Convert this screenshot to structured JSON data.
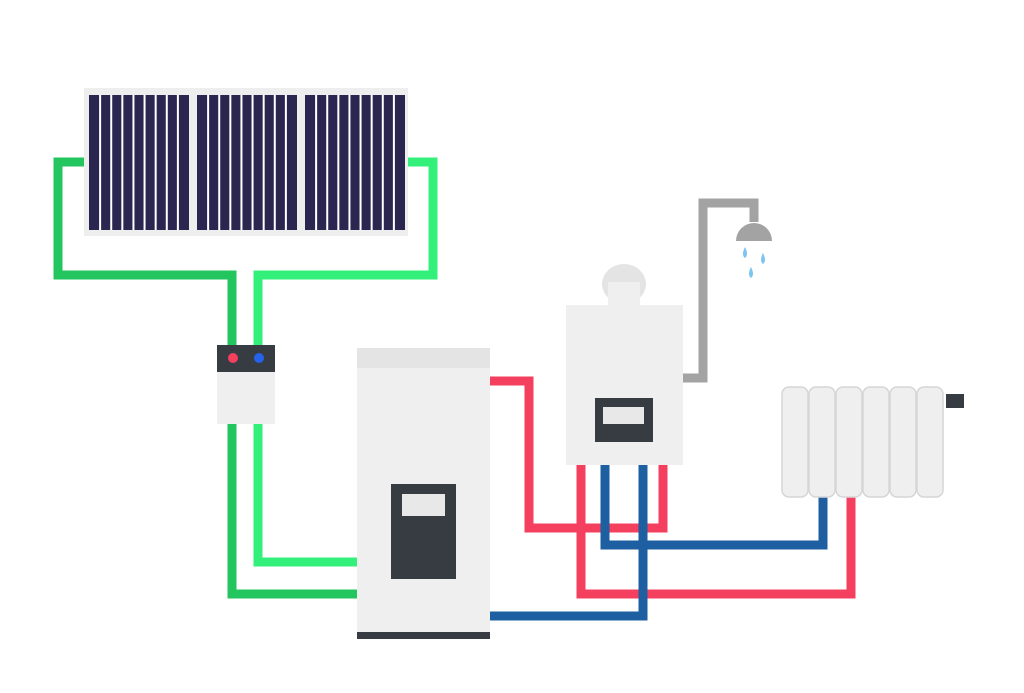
{
  "diagram": {
    "type": "solar-water-heating-system",
    "components": [
      {
        "name": "solar-panel-array",
        "panels": 3
      },
      {
        "name": "controller-unit",
        "indicators": [
          "hot",
          "cold"
        ]
      },
      {
        "name": "storage-tank"
      },
      {
        "name": "wall-boiler"
      },
      {
        "name": "shower-head"
      },
      {
        "name": "radiator",
        "sections": 6
      }
    ],
    "pipes": [
      {
        "name": "solar-loop",
        "color": "#22c55e"
      },
      {
        "name": "hot-water",
        "color": "#f43f5e"
      },
      {
        "name": "cold-water",
        "color": "#1d5fa0"
      },
      {
        "name": "shower-supply",
        "color": "#a3a3a3"
      }
    ]
  },
  "colors": {
    "background": "#ffffff",
    "panel_cells": "#2b2650",
    "panel_frame": "#eeeeee",
    "unit_body": "#efefef",
    "unit_top": "#e4e4e4",
    "dark_display": "#373b42",
    "screen": "#e8e8e8",
    "indicator_hot": "#f43f5e",
    "indicator_cold": "#2563eb",
    "water_drop": "#7cc4f2"
  }
}
